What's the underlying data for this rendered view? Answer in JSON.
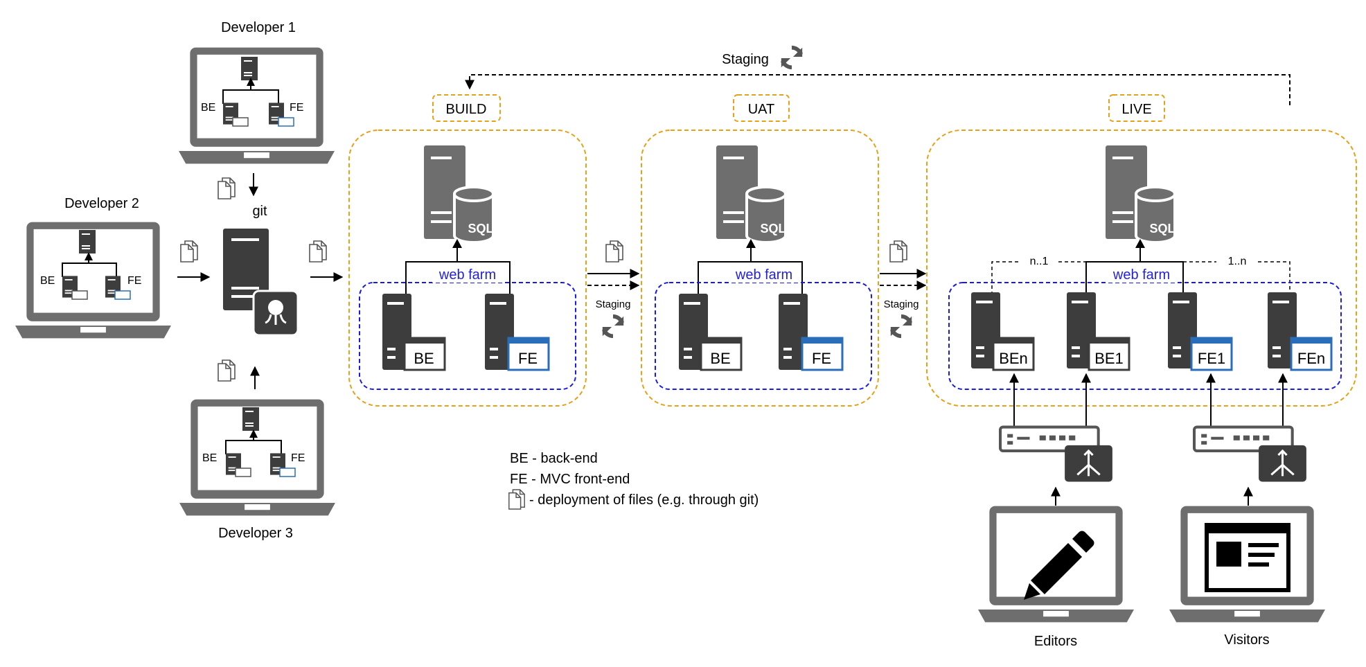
{
  "developers": {
    "dev1": {
      "name": "Developer 1",
      "be": "BE",
      "fe": "FE"
    },
    "dev2": {
      "name": "Developer 2",
      "be": "BE",
      "fe": "FE"
    },
    "dev3": {
      "name": "Developer 3",
      "be": "BE",
      "fe": "FE"
    }
  },
  "git_label": "git",
  "staging_top": "Staging",
  "envs": {
    "build": {
      "title": "BUILD",
      "webfarm": "web farm",
      "be": "BE",
      "fe": "FE"
    },
    "uat": {
      "title": "UAT",
      "webfarm": "web farm",
      "be": "BE",
      "fe": "FE"
    },
    "live": {
      "title": "LIVE",
      "webfarm": "web farm",
      "ben": "BEn",
      "be1": "BE1",
      "fe1": "FE1",
      "fen": "FEn",
      "left_ratio": "n..1",
      "right_ratio": "1..n"
    }
  },
  "staging_small_1": "Staging",
  "staging_small_2": "Staging",
  "sql_label": "SQL",
  "legend": {
    "be": "BE - back-end",
    "fe": "FE - MVC front-end",
    "files": "- deployment of files (e.g. through git)"
  },
  "clients": {
    "editors": "Editors",
    "visitors": "Visitors"
  },
  "colors": {
    "env_border": "#e6a117",
    "webfarm_border": "#1a1ae6",
    "webfarm_text": "#2222dd",
    "server_dark": "#3d3d3d",
    "server_mid": "#6e6e6e",
    "fe_blue": "#2a6db8"
  }
}
